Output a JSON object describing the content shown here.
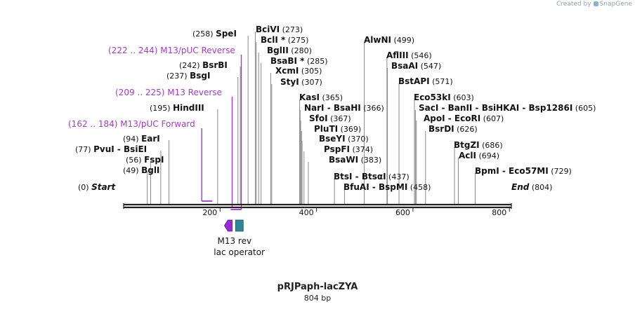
{
  "brand": {
    "created_by": "Created by",
    "product": "SnapGene"
  },
  "title": "pRJPaph-lacZYA",
  "subtitle": "804 bp",
  "colors": {
    "primer": "#a637d8",
    "feature_arrow": "#9a2ad8",
    "feature_box": "#2f8796",
    "backbone": "#222222",
    "line": "#888888"
  },
  "sites": [
    {
      "name": "Start",
      "pos": "(0)",
      "bp": 0,
      "italic": true,
      "pos_first": true
    },
    {
      "name": "BglI",
      "pos": "(49)",
      "bp": 49,
      "pos_first": true
    },
    {
      "name": "FspI",
      "pos": "(56)",
      "bp": 56,
      "pos_first": true
    },
    {
      "name": "PvuI  -  BsiEI",
      "pos": "(77)",
      "bp": 77,
      "pos_first": true
    },
    {
      "name": "EarI",
      "pos": "(94)",
      "bp": 94,
      "pos_first": true
    },
    {
      "name": "HindIII",
      "pos": "(195)",
      "bp": 195,
      "pos_first": true
    },
    {
      "name": "BsgI",
      "pos": "(237)",
      "bp": 237,
      "pos_first": true
    },
    {
      "name": "BsrBI",
      "pos": "(242)",
      "bp": 242,
      "pos_first": true
    },
    {
      "name": "SpeI",
      "pos": "(258)",
      "bp": 258,
      "pos_first": true
    },
    {
      "name": "BciVI",
      "pos": "(273)",
      "bp": 273
    },
    {
      "name": "BclI *",
      "pos": "(275)",
      "bp": 275
    },
    {
      "name": "BglII",
      "pos": "(280)",
      "bp": 280
    },
    {
      "name": "BsaBI *",
      "pos": "(285)",
      "bp": 285
    },
    {
      "name": "XcmI",
      "pos": "(305)",
      "bp": 305
    },
    {
      "name": "StyI",
      "pos": "(307)",
      "bp": 307
    },
    {
      "name": "KasI",
      "pos": "(365)",
      "bp": 365
    },
    {
      "name": "NarI  -  BsaHI",
      "pos": "(366)",
      "bp": 366
    },
    {
      "name": "SfoI",
      "pos": "(367)",
      "bp": 367
    },
    {
      "name": "PluTI",
      "pos": "(369)",
      "bp": 369
    },
    {
      "name": "BseYI",
      "pos": "(370)",
      "bp": 370
    },
    {
      "name": "PspFI",
      "pos": "(374)",
      "bp": 374
    },
    {
      "name": "BsaWI",
      "pos": "(383)",
      "bp": 383
    },
    {
      "name": "BtsI  -  BtsαI",
      "pos": "(437)",
      "bp": 437
    },
    {
      "name": "BfuAI  -  BspMI",
      "pos": "(458)",
      "bp": 458
    },
    {
      "name": "AlwNI",
      "pos": "(499)",
      "bp": 499
    },
    {
      "name": "AflIII",
      "pos": "(546)",
      "bp": 546
    },
    {
      "name": "BsaAI",
      "pos": "(547)",
      "bp": 547
    },
    {
      "name": "BstAPI",
      "pos": "(571)",
      "bp": 571
    },
    {
      "name": "Eco53kI",
      "pos": "(603)",
      "bp": 603
    },
    {
      "name": "SacI  -  BanII  -  BsiHKAI  -  Bsp1286I",
      "pos": "(605)",
      "bp": 605
    },
    {
      "name": "ApoI  -  EcoRI",
      "pos": "(607)",
      "bp": 607
    },
    {
      "name": "BsrDI",
      "pos": "(626)",
      "bp": 626
    },
    {
      "name": "BtgZI",
      "pos": "(686)",
      "bp": 686
    },
    {
      "name": "AclI",
      "pos": "(694)",
      "bp": 694
    },
    {
      "name": "BpmI  -  Eco57MI",
      "pos": "(729)",
      "bp": 729
    },
    {
      "name": "End",
      "pos": "(804)",
      "bp": 804,
      "italic": true
    }
  ],
  "primers": [
    {
      "name": "M13/pUC Reverse",
      "range": "(222 .. 244)",
      "start": 222,
      "end": 244
    },
    {
      "name": "M13 Reverse",
      "range": "(209 .. 225)",
      "start": 209,
      "end": 225
    },
    {
      "name": "M13/pUC Forward",
      "range": "(162 .. 184)",
      "start": 162,
      "end": 184
    }
  ],
  "features": [
    {
      "name": "M13 rev",
      "start": 209,
      "end": 225,
      "shape": "arrow-left"
    },
    {
      "name": "lac operator",
      "start": 232,
      "end": 248,
      "shape": "box"
    }
  ],
  "axis": {
    "ticks": [
      "200",
      "400",
      "600",
      "800"
    ],
    "tick_values": [
      200,
      400,
      600,
      800
    ],
    "length": 804
  }
}
